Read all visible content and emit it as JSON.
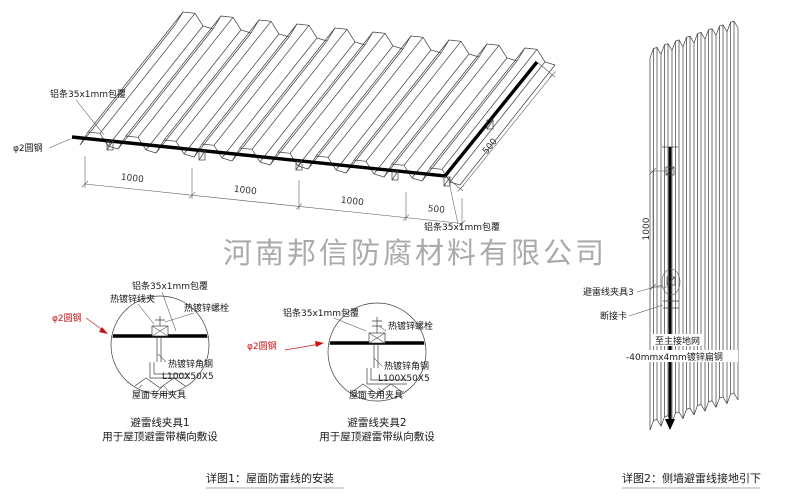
{
  "watermark": "河南邦信防腐材料有限公司",
  "colors": {
    "accent_red": "#c81414",
    "watermark_gray": "#9c9c9c",
    "line": "#3d3d3d"
  },
  "roof": {
    "label_strip_top": "铝条35x1mm包覆",
    "label_round_steel": "φ2圆钢",
    "label_strip_right": "铝条35x1mm包覆",
    "dims": [
      "1000",
      "1000",
      "1000",
      "500",
      "500"
    ]
  },
  "detail1": {
    "labels": {
      "strip": "铝条35x1mm包覆",
      "wire_clamp": "热镀锌线夹",
      "bolt": "热镀锌螺栓",
      "round_steel": "φ2圆钢",
      "angle_steel": "热镀锌角钢",
      "angle_spec": "L100X50X5",
      "roof_clamp": "屋面专用夹具"
    },
    "title": "避雷线夹具1",
    "subtitle": "用于屋顶避雷带横向敷设"
  },
  "detail2": {
    "labels": {
      "strip": "铝条35x1mm包覆",
      "bolt": "热镀锌螺栓",
      "round_steel": "φ2圆钢",
      "angle_steel": "热镀锌角钢",
      "angle_spec": "L100X50X5",
      "roof_clamp": "屋面专用夹具"
    },
    "title": "避雷线夹具2",
    "subtitle": "用于屋顶避雷带纵向敷设"
  },
  "wall": {
    "labels": {
      "clamp3": "避雷线夹具3",
      "disconnect": "断接卡",
      "to_ground": "至主接地网",
      "flat_steel": "-40mmx4mm镀锌扁钢"
    },
    "dim": "1000"
  },
  "captions": {
    "figure1": "详图1：屋面防雷线的安装",
    "figure2": "详图2：侧墙避雷线接地引下"
  }
}
